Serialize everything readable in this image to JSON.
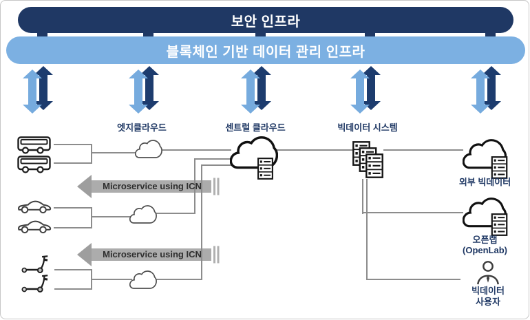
{
  "banners": {
    "security_label": "보안 인프라",
    "blockchain_label": "블록체인 기반 데이터 관리 인프라"
  },
  "nodes": {
    "edge_cloud_label": "엣지클라우드",
    "central_cloud_label": "센트럴 클라우드",
    "bigdata_system_label": "빅데이터 시스템",
    "external_bigdata_label": "외부 빅데이터",
    "openlab_label_line1": "오픈랩",
    "openlab_label_line2": "(OpenLab)",
    "bigdata_user_label_line1": "빅데이터",
    "bigdata_user_label_line2": "사용자"
  },
  "flow_arrows": {
    "microservice_1": "Microservice using ICN",
    "microservice_2": "Microservice using ICN"
  },
  "icons": {
    "vehicles": [
      "bus-icon",
      "bus-icon",
      "car-icon",
      "car-icon",
      "scooter-icon",
      "scooter-icon"
    ],
    "clouds": [
      "edge-cloud-icon",
      "edge-cloud-icon",
      "edge-cloud-icon",
      "central-cloud-icon",
      "external-bigdata-cloud-icon",
      "openlab-cloud-icon"
    ],
    "servers": [
      "server-stack-icon",
      "bigdata-server-stack-icon",
      "server-stack-icon",
      "server-stack-icon"
    ],
    "people": [
      "user-icon"
    ],
    "infra_links": [
      "double-vertical-arrow-icon",
      "double-vertical-arrow-icon",
      "double-vertical-arrow-icon",
      "double-vertical-arrow-icon",
      "double-vertical-arrow-icon"
    ]
  },
  "colors": {
    "security_bar": "#1f3864",
    "blockchain_bar": "#7cb0e2",
    "arrow_light_blue": "#76abde",
    "arrow_dark_navy": "#1d3c6e",
    "label_text": "#1f3864",
    "connector_line": "#8c8c8c",
    "microservice_bar": "#acacac",
    "microservice_text": "#2e2e2e"
  }
}
